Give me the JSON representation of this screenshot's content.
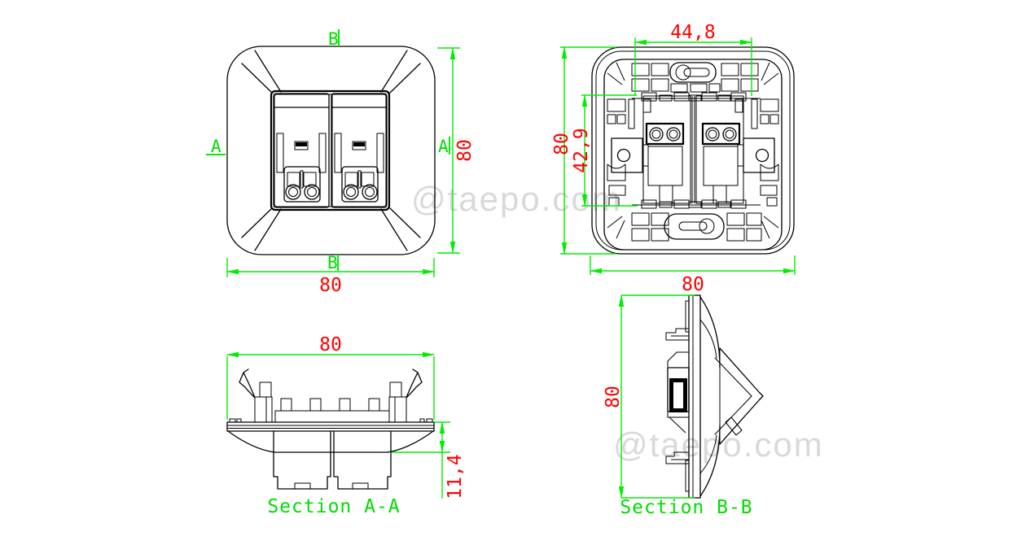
{
  "watermark": {
    "text": "@taepo.com"
  },
  "colors": {
    "outline": "#000000",
    "dimension_lines": "#00ee00",
    "dimension_text": "#ff0000",
    "labels": "#00dd00",
    "watermark": "#d9d9d9"
  },
  "views": {
    "front": {
      "marker_top": "B",
      "marker_bottom": "B",
      "marker_left": "A",
      "marker_right": "A",
      "dim_width": "80",
      "dim_height": "80"
    },
    "rear": {
      "dim_slot_width": "44,8",
      "dim_inner_height": "42,9",
      "dim_height": "80",
      "dim_width": "80"
    },
    "section_aa": {
      "label": "Section A-A",
      "dim_width": "80",
      "dim_depth": "11,4"
    },
    "section_bb": {
      "label": "Section B-B",
      "dim_height": "80"
    }
  }
}
